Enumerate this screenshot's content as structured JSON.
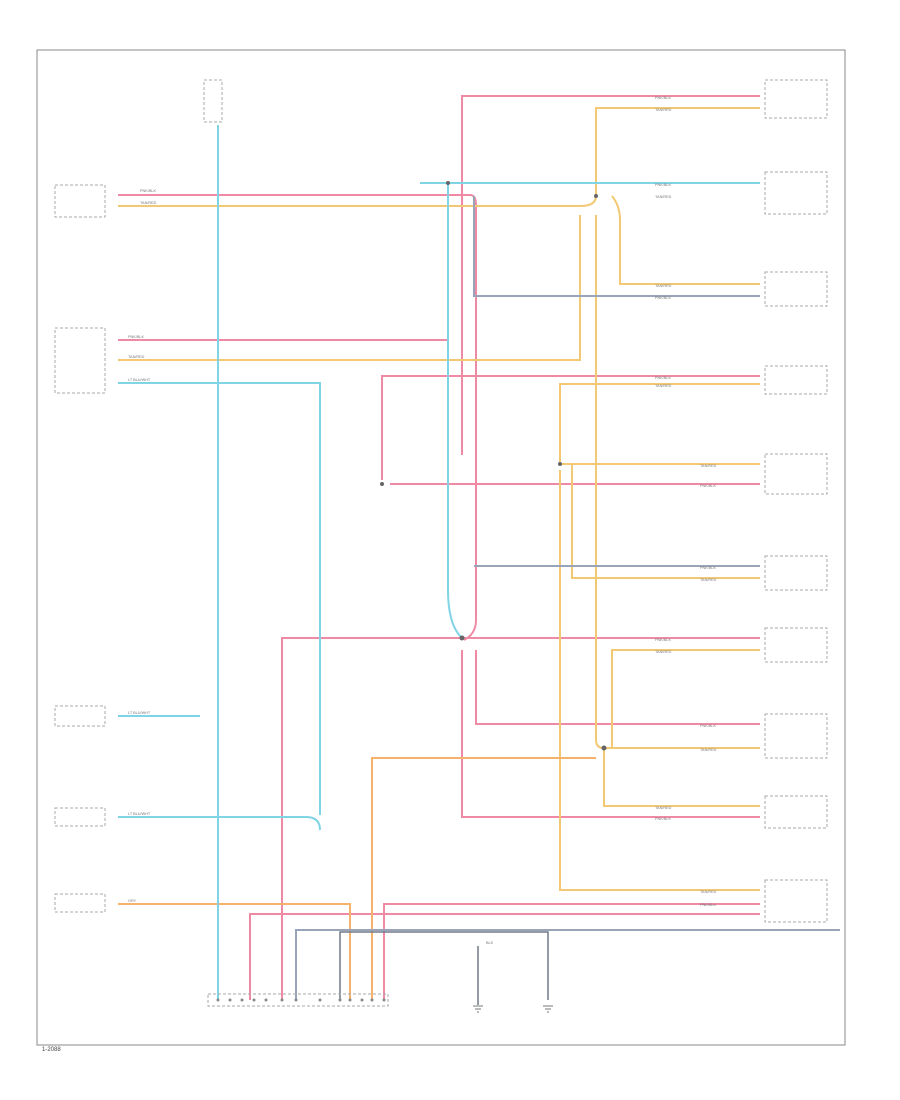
{
  "figure_id": "1-2088",
  "colors": {
    "pink": "#f08aa4",
    "tan": "#f2c873",
    "orange": "#f6b26b",
    "light_blue": "#7fd4e6",
    "gray": "#9aa4b8",
    "gray_dark": "#707888",
    "frame": "#888888",
    "text": "#555555"
  },
  "wire_labels": {
    "pnk_blk": "PNK/BLK",
    "tan_red": "TAN/RED",
    "lt_blu_wht": "LT BLU/WHT",
    "gry": "GRY",
    "blk": "BLK"
  }
}
